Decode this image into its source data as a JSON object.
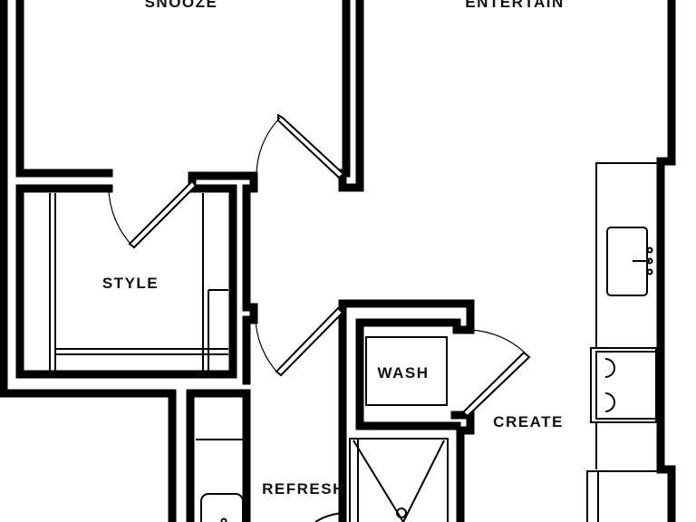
{
  "rooms": {
    "snooze": "SNOOZE",
    "entertain": "ENTERTAIN",
    "style": "STYLE",
    "wash": "WASH",
    "create": "CREATE",
    "refresh": "REFRESH"
  },
  "icons": {
    "kitchen_sink": "sink-icon",
    "cooktop": "cooktop-icon",
    "bath_sink": "sink-icon",
    "shower_drain": "drain-icon",
    "washer_dryer": "washer-icon"
  }
}
